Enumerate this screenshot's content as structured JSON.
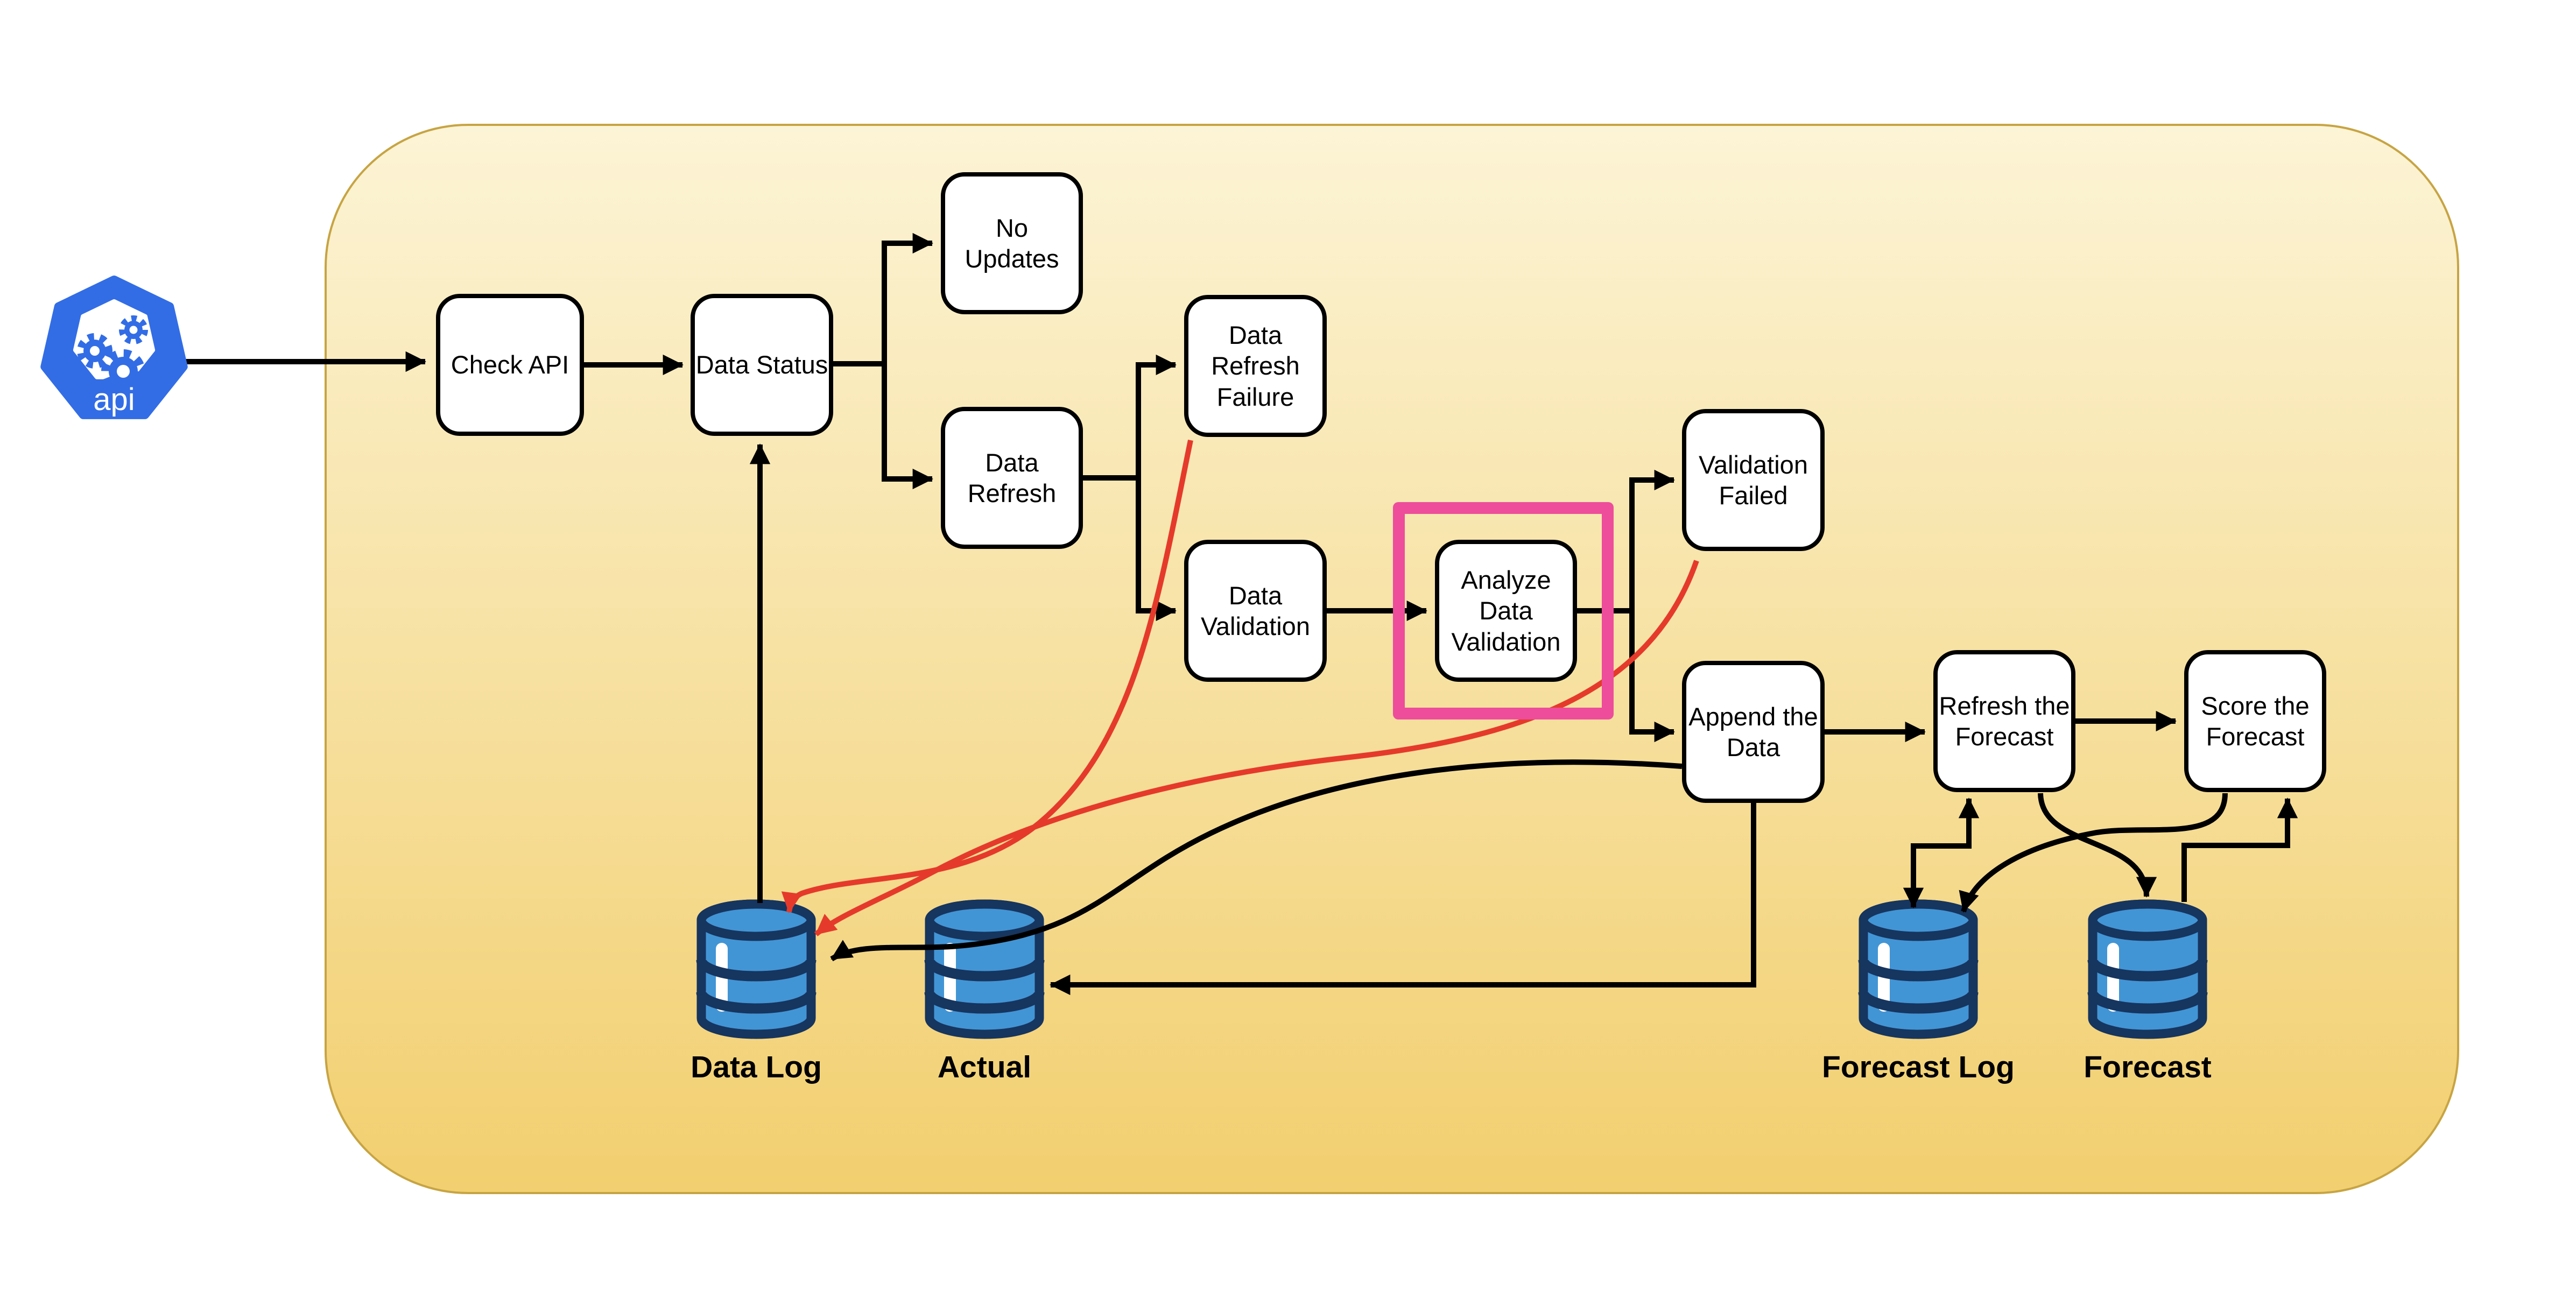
{
  "source_icon": {
    "label": "api"
  },
  "nodes": {
    "check_api": {
      "label": "Check API"
    },
    "data_status": {
      "label": "Data Status"
    },
    "no_updates": {
      "label": "No\nUpdates"
    },
    "data_refresh": {
      "label": "Data\nRefresh"
    },
    "data_refresh_failure": {
      "label": "Data\nRefresh\nFailure"
    },
    "data_validation": {
      "label": "Data\nValidation"
    },
    "analyze_data_validation": {
      "label": "Analyze\nData\nValidation"
    },
    "validation_failed": {
      "label": "Validation\nFailed"
    },
    "append_the_data": {
      "label": "Append the\nData"
    },
    "refresh_the_forecast": {
      "label": "Refresh the\nForecast"
    },
    "score_the_forecast": {
      "label": "Score the\nForecast"
    }
  },
  "datastores": {
    "data_log": {
      "label": "Data Log"
    },
    "actual": {
      "label": "Actual"
    },
    "forecast_log": {
      "label": "Forecast Log"
    },
    "forecast": {
      "label": "Forecast"
    }
  },
  "colors": {
    "container_top": "#FCF4D6",
    "container_bottom": "#F2CF6F",
    "container_border": "#C7A443",
    "pink": "#ED4D9B",
    "red": "#E53A2B",
    "k8s_blue": "#326DE6",
    "cyl_fill": "#4295D5",
    "cyl_dark": "#16355F",
    "line": "#000000",
    "node_fill": "#FFFFFF"
  }
}
